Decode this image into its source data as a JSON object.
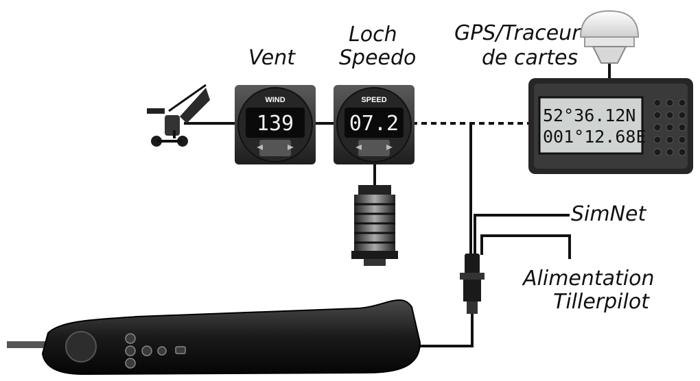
{
  "labels": {
    "vent": "Vent",
    "loch_line1": "Loch",
    "loch_line2": "Speedo",
    "gps_line1": "GPS/Traceur",
    "gps_line2": "de cartes",
    "simnet": "SimNet",
    "power_line1": "Alimentation",
    "power_line2": "Tillerpilot"
  },
  "wind_display": {
    "title": "WIND",
    "value": "139"
  },
  "speed_display": {
    "title": "SPEED",
    "value": "07.2"
  },
  "gps_display": {
    "lat": "52°36.12N",
    "lon": "001°12.68E"
  },
  "colors": {
    "instrument": "#2b2b2b",
    "screen": "#0a0a0a",
    "lcd": "#cfd3d1",
    "cable": "#111111"
  }
}
